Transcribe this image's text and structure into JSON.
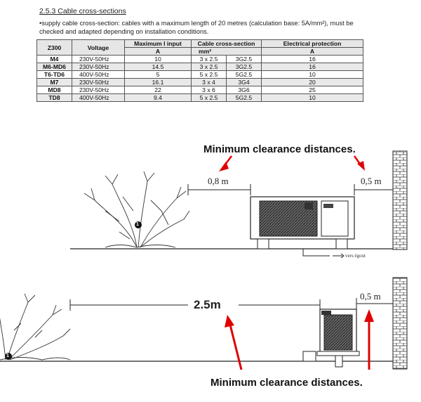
{
  "section": {
    "heading": "2.5.3 Cable cross-sections",
    "intro": "•supply cable cross-section: cables with a maximum length of 20 metres (calculation base: 5A/mm²), must be checked and adapted depending on installation conditions."
  },
  "table": {
    "headers": {
      "model": "Z300",
      "voltage": "Voltage",
      "max_input": "Maximum I input",
      "max_input_unit": "A",
      "cable": "Cable cross-section",
      "cable_unit": "mm²",
      "protection": "Electrical protection",
      "protection_unit": "A"
    },
    "rows": [
      {
        "model": "M4",
        "voltage": "230V-50Hz",
        "current": "10",
        "cross": "3 x 2.5",
        "code": "3G2.5",
        "protection": "16"
      },
      {
        "model": "M6-MD6",
        "voltage": "230V-50Hz",
        "current": "14.5",
        "cross": "3 x 2.5",
        "code": "3G2.5",
        "protection": "16"
      },
      {
        "model": "T6-TD6",
        "voltage": "400V-50Hz",
        "current": "5",
        "cross": "5 x 2.5",
        "code": "5G2.5",
        "protection": "10"
      },
      {
        "model": "M7",
        "voltage": "230V-50Hz",
        "current": "16.1",
        "cross": "3 x 4",
        "code": "3G4",
        "protection": "20"
      },
      {
        "model": "MD8",
        "voltage": "230V-50Hz",
        "current": "22",
        "cross": "3 x 6",
        "code": "3G6",
        "protection": "25"
      },
      {
        "model": "TD8",
        "voltage": "400V-50Hz",
        "current": "9.4",
        "cross": "5 x 2.5",
        "code": "5G2.5",
        "protection": "10"
      }
    ]
  },
  "diagram_top": {
    "headline": "Minimum clearance distances.",
    "left_distance": "0,8 m",
    "right_distance": "0,5 m",
    "drain_label": "vers égout",
    "marker": "1"
  },
  "diagram_bottom": {
    "headline": "Minimum clearance distances.",
    "left_distance": "2.5m",
    "right_distance": "0,5 m",
    "marker": "1"
  },
  "colors": {
    "arrow": "#e00000",
    "line": "#222222",
    "table_header_bg": "#e6e6e6",
    "table_alt_row_bg": "#e9e9e9"
  }
}
